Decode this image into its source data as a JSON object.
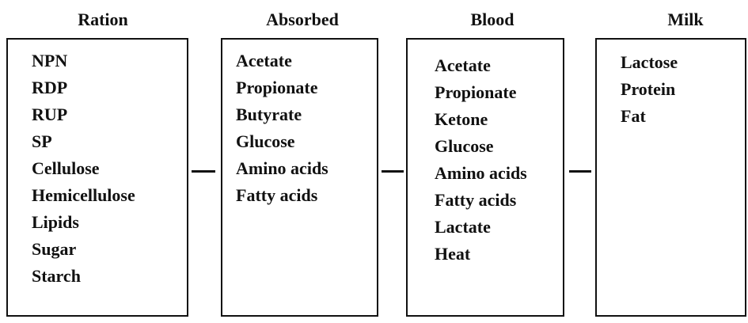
{
  "columns": [
    {
      "title": "Ration",
      "items": [
        "NPN",
        "RDP",
        "RUP",
        "SP",
        "Cellulose",
        "Hemicellulose",
        "Lipids",
        "Sugar",
        "Starch"
      ]
    },
    {
      "title": "Absorbed",
      "items": [
        "Acetate",
        "Propionate",
        "Butyrate",
        "Glucose",
        "Amino acids",
        "Fatty acids"
      ]
    },
    {
      "title": "Blood",
      "items": [
        "Acetate",
        "Propionate",
        "Ketone",
        "Glucose",
        "Amino acids",
        "Fatty acids",
        "Lactate",
        "Heat"
      ]
    },
    {
      "title": "Milk",
      "items": [
        "Lactose",
        "Protein",
        "Fat"
      ]
    }
  ],
  "colors": {
    "line": "#111111",
    "text": "#111111",
    "background": "#ffffff"
  }
}
